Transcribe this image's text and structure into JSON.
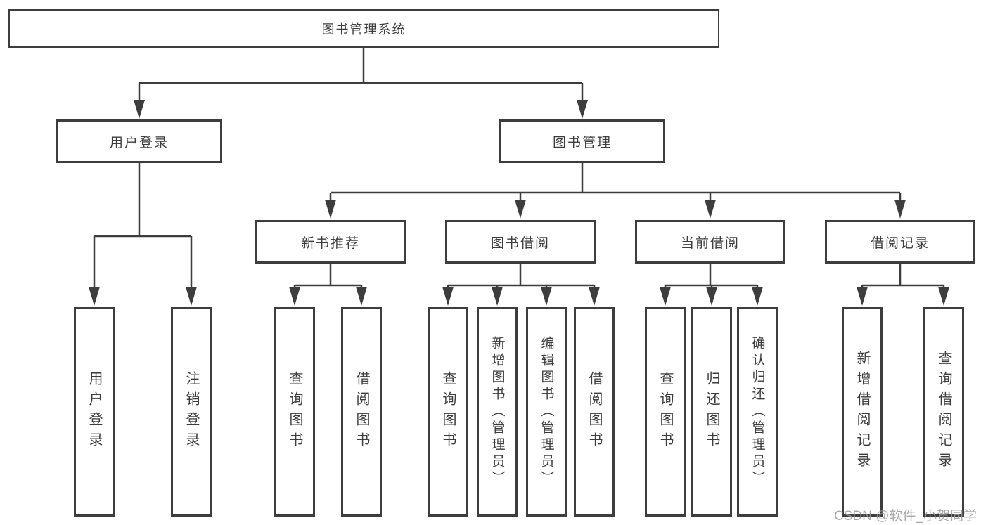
{
  "diagram": {
    "title": "图书管理系统",
    "watermark": "CSDN @软件_小贺同学",
    "colors": {
      "line": "#3d3d3d",
      "box_border": "#3d3d3d",
      "box_fill": "#ffffff",
      "text": "#3d3d3d",
      "watermark": "#9a9a9a",
      "background": "#ffffff"
    },
    "tree": {
      "root": {
        "label": "图书管理系统",
        "children": [
          {
            "label": "用户登录",
            "children": [
              {
                "label": "用户登录"
              },
              {
                "label": "注销登录"
              }
            ]
          },
          {
            "label": "图书管理",
            "children": [
              {
                "label": "新书推荐",
                "children": [
                  {
                    "label": "查询图书"
                  },
                  {
                    "label": "借阅图书"
                  }
                ]
              },
              {
                "label": "图书借阅",
                "children": [
                  {
                    "label": "查询图书"
                  },
                  {
                    "label": "新增图书（管理员）"
                  },
                  {
                    "label": "编辑图书（管理员）"
                  },
                  {
                    "label": "借阅图书"
                  }
                ]
              },
              {
                "label": "当前借阅",
                "children": [
                  {
                    "label": "查询图书"
                  },
                  {
                    "label": "归还图书"
                  },
                  {
                    "label": "确认归还（管理员）"
                  }
                ]
              },
              {
                "label": "借阅记录",
                "children": [
                  {
                    "label": "新增借阅记录"
                  },
                  {
                    "label": "查询借阅记录"
                  }
                ]
              }
            ]
          }
        ]
      }
    }
  }
}
